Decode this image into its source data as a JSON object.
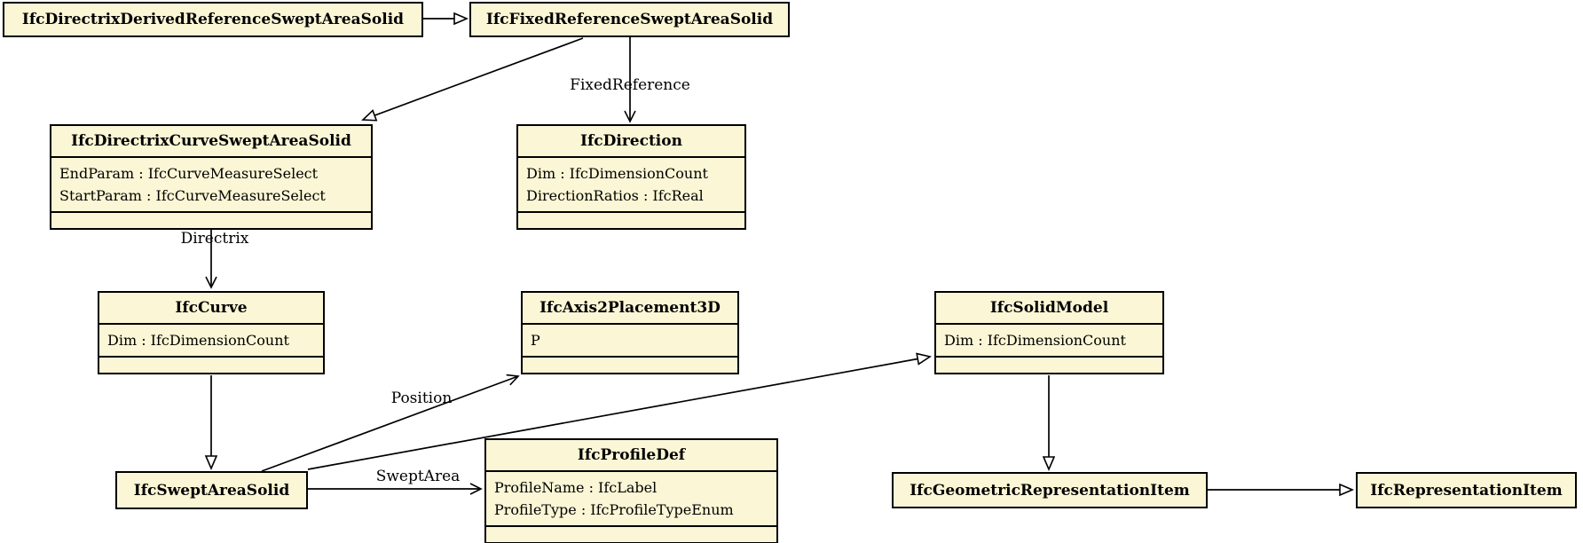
{
  "diagram": {
    "type": "uml-class-diagram",
    "subject": "IFC swept area solid inheritance and associations",
    "box_fill_color": "#FBF6D5",
    "box_border_color": "#000000",
    "background_color": "#ffffff"
  },
  "classes": [
    {
      "title": "IfcDirectrixDerivedReferenceSweptAreaSolid",
      "attributes": []
    },
    {
      "title": "IfcFixedReferenceSweptAreaSolid",
      "attributes": []
    },
    {
      "title": "IfcDirectrixCurveSweptAreaSolid",
      "attributes": [
        "EndParam : IfcCurveMeasureSelect",
        "StartParam : IfcCurveMeasureSelect"
      ]
    },
    {
      "title": "IfcDirection",
      "attributes": [
        "Dim : IfcDimensionCount",
        "DirectionRatios : IfcReal"
      ]
    },
    {
      "title": "IfcCurve",
      "attributes": [
        "Dim : IfcDimensionCount"
      ]
    },
    {
      "title": "IfcAxis2Placement3D",
      "attributes": [
        "P"
      ]
    },
    {
      "title": "IfcSolidModel",
      "attributes": [
        "Dim : IfcDimensionCount"
      ]
    },
    {
      "title": "IfcSweptAreaSolid",
      "attributes": []
    },
    {
      "title": "IfcProfileDef",
      "attributes": [
        "ProfileName : IfcLabel",
        "ProfileType : IfcProfileTypeEnum"
      ]
    },
    {
      "title": "IfcGeometricRepresentationItem",
      "attributes": []
    },
    {
      "title": "IfcRepresentationItem",
      "attributes": []
    }
  ],
  "edges": [
    {
      "from": "IfcDirectrixDerivedReferenceSweptAreaSolid",
      "to": "IfcFixedReferenceSweptAreaSolid",
      "type": "inheritance",
      "label": ""
    },
    {
      "from": "IfcFixedReferenceSweptAreaSolid",
      "to": "IfcDirectrixCurveSweptAreaSolid",
      "type": "inheritance",
      "label": ""
    },
    {
      "from": "IfcFixedReferenceSweptAreaSolid",
      "to": "IfcDirection",
      "type": "association",
      "label": "FixedReference"
    },
    {
      "from": "IfcDirectrixCurveSweptAreaSolid",
      "to": "IfcCurve",
      "type": "association",
      "label": "Directrix"
    },
    {
      "from": "IfcDirectrixCurveSweptAreaSolid",
      "to": "IfcSweptAreaSolid",
      "type": "inheritance",
      "label": ""
    },
    {
      "from": "IfcSweptAreaSolid",
      "to": "IfcAxis2Placement3D",
      "type": "association",
      "label": "Position"
    },
    {
      "from": "IfcSweptAreaSolid",
      "to": "IfcSolidModel",
      "type": "inheritance",
      "label": ""
    },
    {
      "from": "IfcSweptAreaSolid",
      "to": "IfcProfileDef",
      "type": "association",
      "label": "SweptArea"
    },
    {
      "from": "IfcSolidModel",
      "to": "IfcGeometricRepresentationItem",
      "type": "inheritance",
      "label": ""
    },
    {
      "from": "IfcGeometricRepresentationItem",
      "to": "IfcRepresentationItem",
      "type": "inheritance",
      "label": ""
    }
  ]
}
